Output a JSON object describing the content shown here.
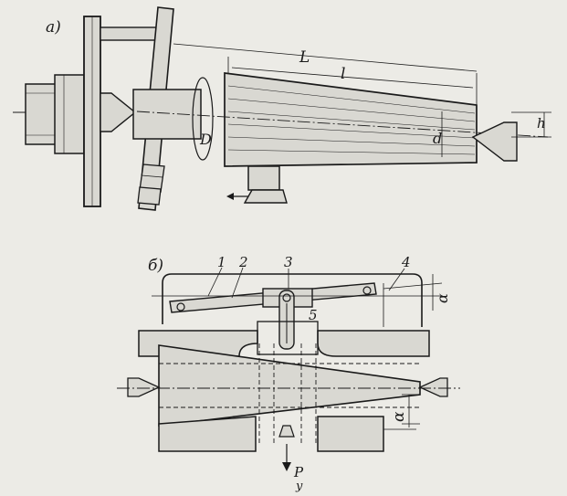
{
  "figure_a": {
    "panel_label": "а)",
    "labels": {
      "L": "L",
      "l": "l",
      "D": "D",
      "d": "d",
      "h": "h"
    }
  },
  "figure_b": {
    "panel_label": "б)",
    "callouts": [
      "1",
      "2",
      "3",
      "4",
      "5"
    ],
    "angle_symbol": "α",
    "force_label": "P",
    "force_subscript": "y"
  }
}
